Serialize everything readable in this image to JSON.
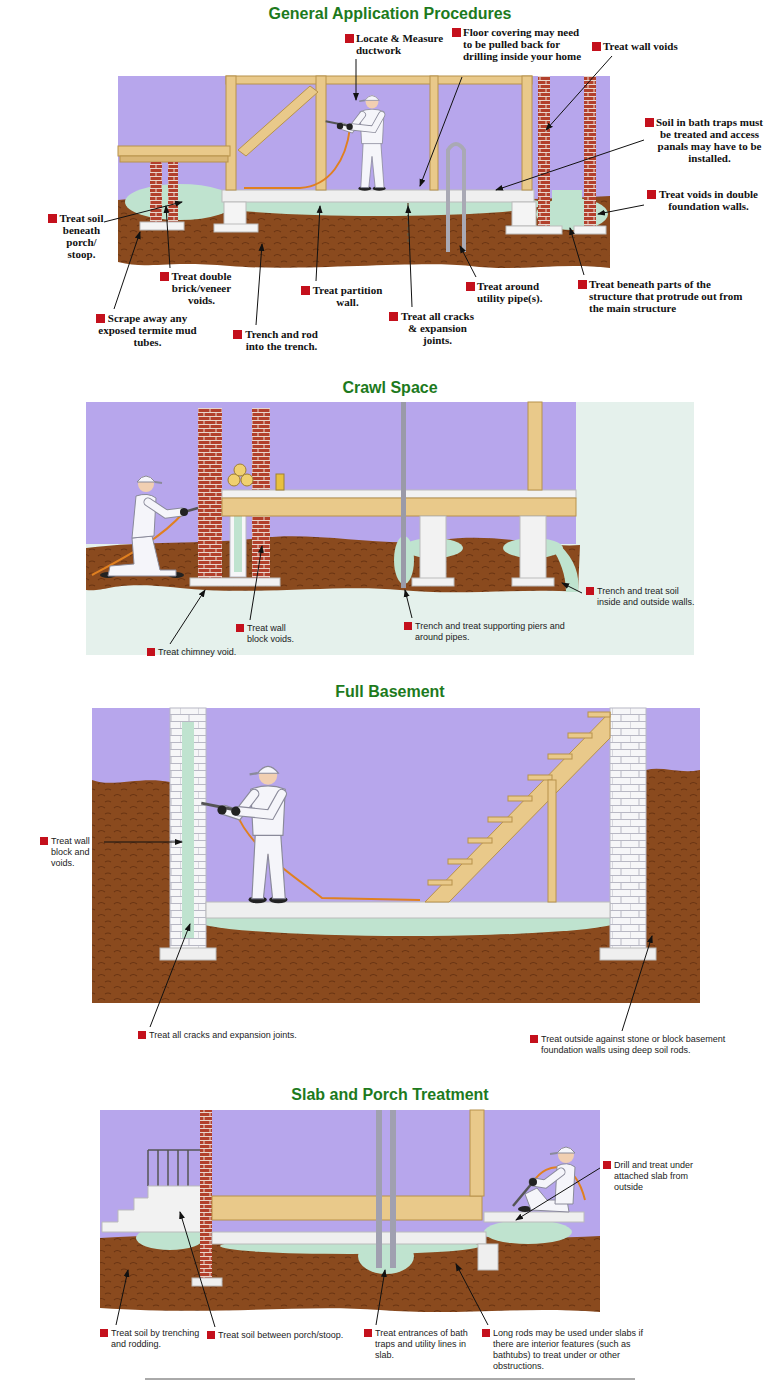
{
  "diagram": {
    "title": "General Application Procedures",
    "labels": [
      "Locate & Measure ductwork",
      "Floor covering may need to be pulled back for drilling inside your home",
      "Treat wall voids",
      "Soil in bath traps must be treated and access panals may have to be installed.",
      "Treat voids in double foundation walls.",
      "Treat soil beneath porch/ stoop.",
      "Treat double brick/veneer voids.",
      "Scrape away any exposed termite mud tubes.",
      "Trench and rod into the trench.",
      "Treat partition wall.",
      "Treat all cracks & expansion joints.",
      "Treat around utility pipe(s).",
      "Treat beneath parts of the structure that protrude out from the main structure",
      "Crawl Space",
      "Trench and treat soil inside and outside walls.",
      "Treat wall block voids.",
      "Trench and treat supporting piers and around pipes.",
      "Treat chimney void.",
      "Full Basement",
      "Treat wall block and voids.",
      "Treat all cracks and expansion joints.",
      "Treat outside against stone or block basement foundation walls using deep soil rods.",
      "Slab and Porch Treatment",
      "Drill and treat under attached slab from outside",
      "Treat soil by trenching and rodding.",
      "Treat soil between porch/stoop.",
      "Treat entrances of bath traps and utility lines in slab.",
      "Long rods may be used under slabs if there are interior features (such as bathtubs) to treat under or other obstructions."
    ]
  }
}
